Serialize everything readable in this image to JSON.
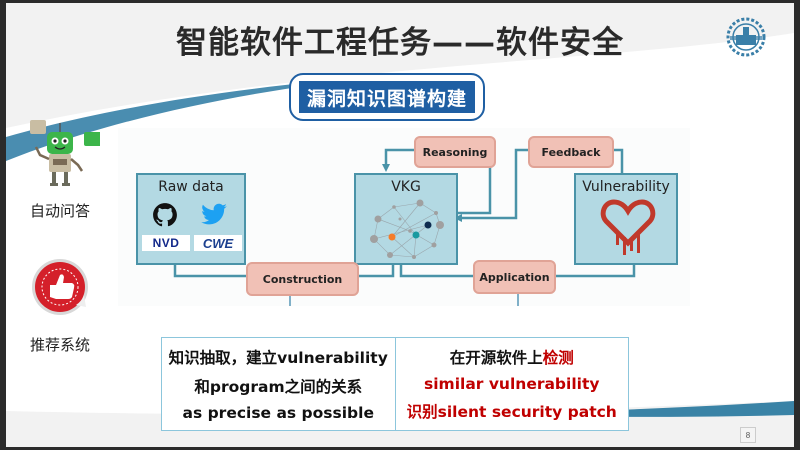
{
  "slide": {
    "title": "智能软件工程任务——软件安全",
    "subtitle": "漏洞知识图谱构建",
    "page_number": "8"
  },
  "sidebar": {
    "items": [
      {
        "label": "自动问答",
        "icon": "robot-chat-icon"
      },
      {
        "label": "推荐系统",
        "icon": "recommended-thumbs-up-icon"
      }
    ]
  },
  "diagram": {
    "boxes": {
      "raw_data": {
        "title": "Raw data",
        "logos": [
          "github-icon",
          "twitter-icon",
          "NVD",
          "CWE"
        ]
      },
      "vkg": {
        "title": "VKG"
      },
      "vulnerability": {
        "title": "Vulnerability"
      }
    },
    "steps": {
      "construction": "Construction",
      "reasoning": "Reasoning",
      "feedback": "Feedback",
      "application": "Application"
    },
    "logo_text": {
      "nvd": "NVD",
      "cwe": "CWE"
    }
  },
  "bottom": {
    "left": [
      "知识抽取，建立vulnerability",
      "和program之间的关系",
      "as precise as possible"
    ],
    "right": {
      "line1_black": "在开源软件上",
      "line1_red": "检测",
      "line2": "similar vulnerability",
      "line3": "识别silent security patch"
    }
  },
  "colors": {
    "accent_blue": "#1f5fa3",
    "box_fill": "#b3d9e3",
    "box_border": "#4a93a8",
    "pill_fill": "#f1c1b6",
    "highlight_red": "#c00000"
  }
}
